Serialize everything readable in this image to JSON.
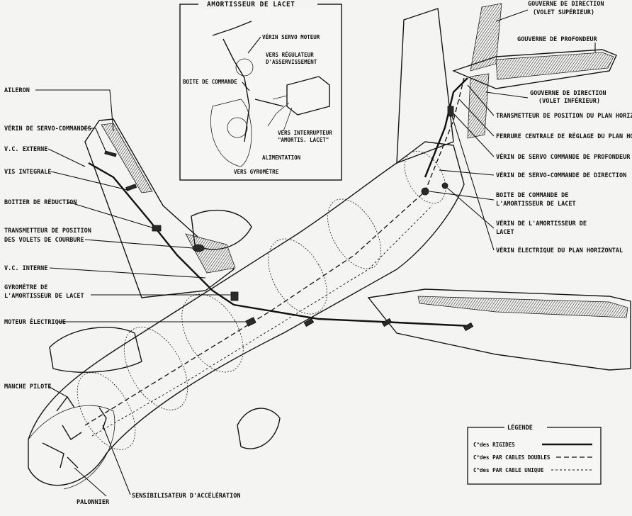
{
  "inset": {
    "title": "AMORTISSEUR DE LACET",
    "labels": [
      "VÉRIN SERVO MOTEUR",
      "VERS RÉGULATEUR",
      "D'ASSERVISSEMENT",
      "BOITE DE COMMANDE",
      "VERS INTERRUPTEUR",
      "\"AMORTIS. LACET\"",
      "ALIMENTATION",
      "VERS GYROMÈTRE"
    ]
  },
  "labels_left": [
    "AILERON",
    "VÉRIN DE SERVO-COMMANDES",
    "V.C. EXTERNE",
    "VIS INTEGRALE",
    "BOITIER DE RÉDUCTION",
    "TRANSMETTEUR DE POSITION",
    "DES VOLETS DE COURBURE",
    "V.C. INTERNE",
    "GYROMÈTRE DE",
    "L'AMORTISSEUR DE LACET",
    "MOTEUR ÉLECTRIQUE",
    "MANCHE PILOTE"
  ],
  "labels_right": [
    "GOUVERNE DE DIRECTION",
    "(VOLET SUPÉRIEUR)",
    "GOUVERNE DE PROFONDEUR",
    "GOUVERNE DE DIRECTION",
    "(VOLET INFÉRIEUR)",
    "TRANSMETTEUR DE POSITION DU PLAN HORIZONTAL",
    "FERRURE CENTRALE DE RÉGLAGE DU PLAN HORIZONT",
    "VÉRIN DE SERVO COMMANDE DE PROFONDEUR",
    "VÉRIN DE SERVO-COMMANDE DE DIRECTION",
    "BOITE DE COMMANDE DE",
    "L'AMORTISSEUR DE LACET",
    "VÉRIN DE L'AMORTISSEUR DE",
    "LACET",
    "VÉRIN ÉLECTRIQUE DU PLAN HORIZONTAL"
  ],
  "labels_bottom": [
    "PALONNIER",
    "SENSIBILISATEUR D'ACCÉLÉRATION"
  ],
  "legend": {
    "title": "LÉGENDE",
    "items": [
      "C^des RIGIDES",
      "C^des PAR CABLES DOUBLES",
      "C^des PAR CABLE UNIQUE"
    ]
  }
}
